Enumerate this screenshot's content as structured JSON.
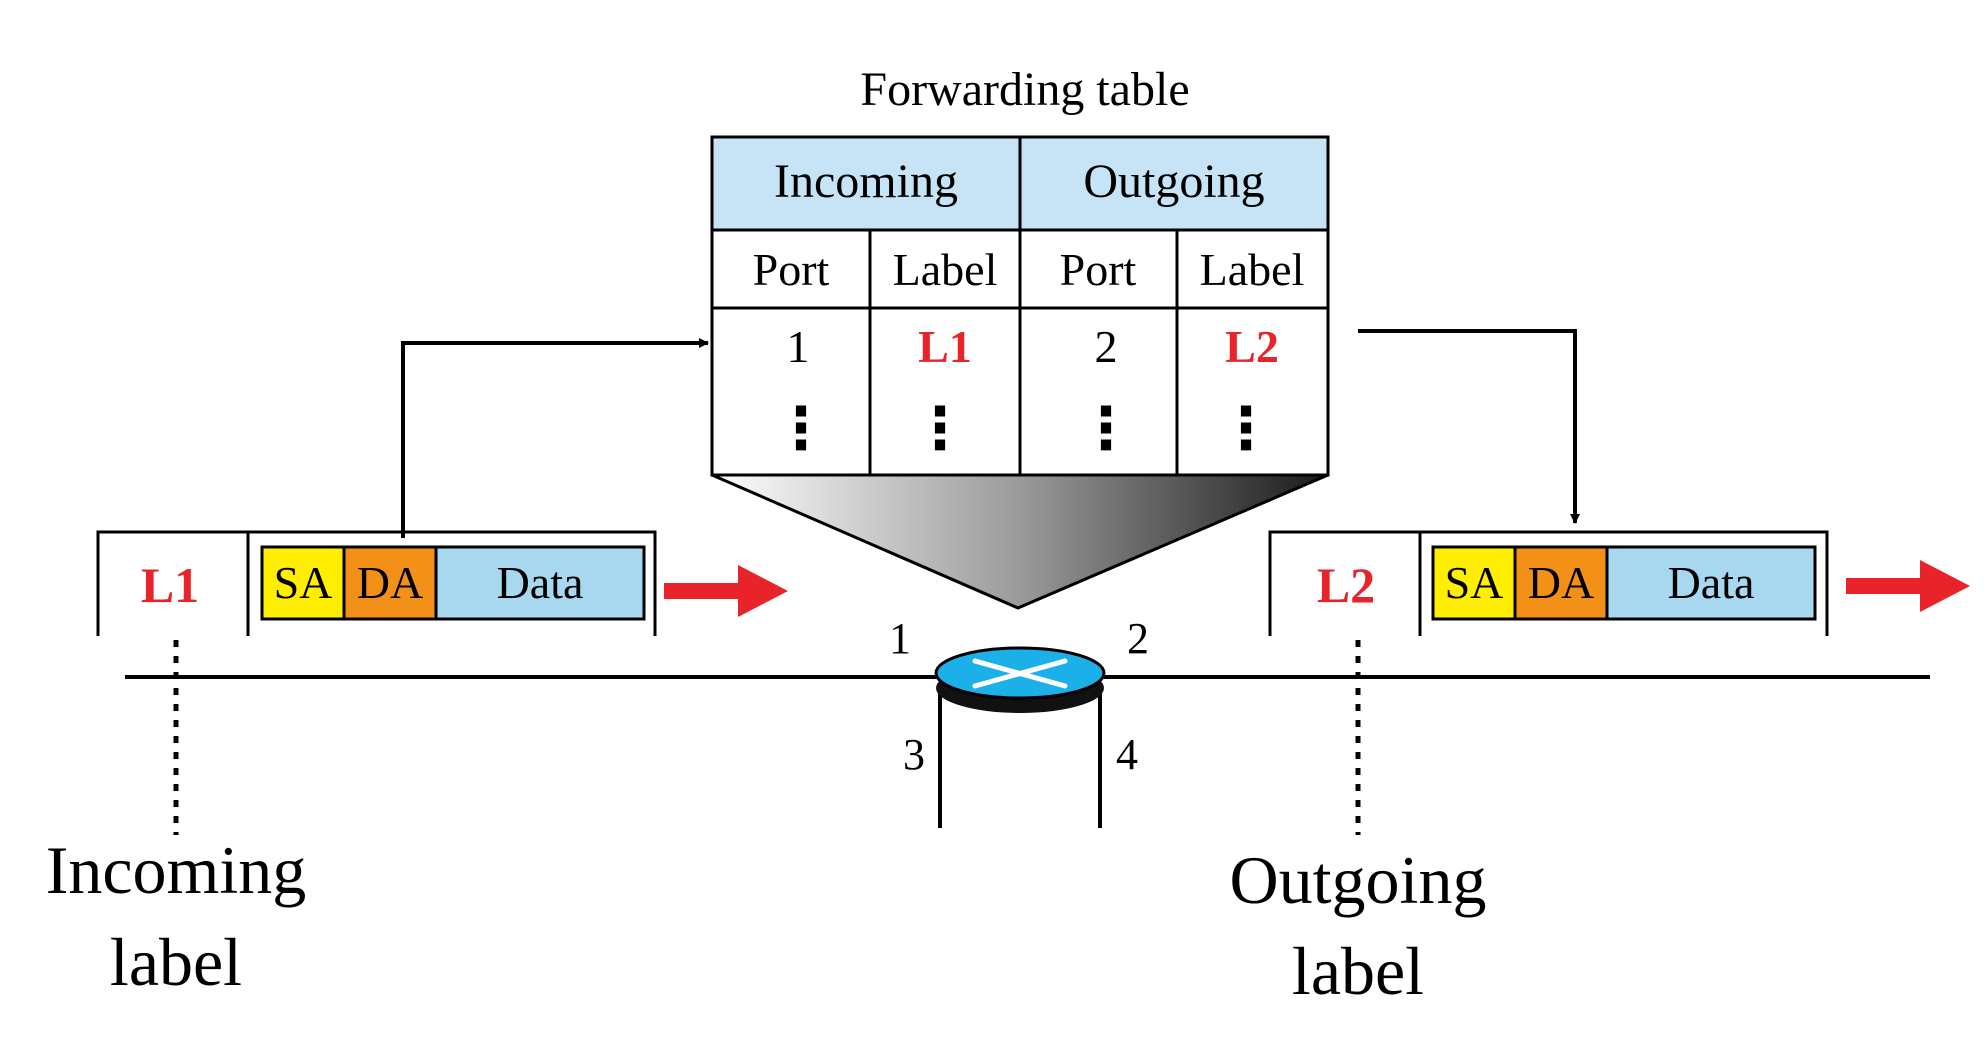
{
  "forwarding_table": {
    "title": "Forwarding table",
    "group_headers": [
      "Incoming",
      "Outgoing"
    ],
    "column_headers": [
      "Port",
      "Label",
      "Port",
      "Label"
    ],
    "row": {
      "in_port": "1",
      "in_label": "L1",
      "out_port": "2",
      "out_label": "L2"
    },
    "ellipsis": "⋮"
  },
  "incoming_frame": {
    "label": "L1",
    "sa": "SA",
    "da": "DA",
    "data": "Data"
  },
  "outgoing_frame": {
    "label": "L2",
    "sa": "SA",
    "da": "DA",
    "data": "Data"
  },
  "switch": {
    "ports": [
      "1",
      "2",
      "3",
      "4"
    ]
  },
  "captions": {
    "incoming": [
      "Incoming",
      "label"
    ],
    "outgoing": [
      "Outgoing",
      "label"
    ]
  },
  "colors": {
    "header_fill": "#c6e4f5",
    "label_red": "#e8232a",
    "sa_yellow": "#ffee00",
    "da_orange": "#f39017",
    "data_blue": "#a8d8f0",
    "switch_blue": "#1cb0e8"
  }
}
